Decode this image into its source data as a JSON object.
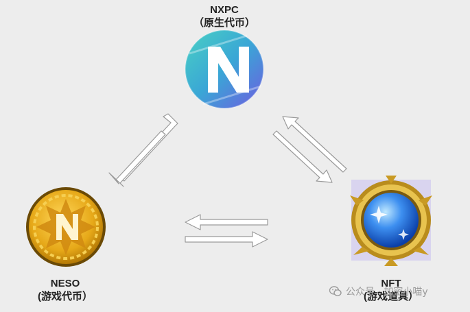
{
  "nodes": {
    "nxpc": {
      "name": "NXPC",
      "desc": "（原生代币）",
      "color": "#3fb7c9"
    },
    "neso": {
      "name": "NESO",
      "desc": "(游戏代币）",
      "color": "#e2a51c"
    },
    "nft": {
      "name": "NFT",
      "desc": "(游戏道具）",
      "color": "#2f7fe0"
    }
  },
  "edges": [
    {
      "from": "nxpc",
      "to": "neso",
      "style": "double-arrow"
    },
    {
      "from": "nxpc",
      "to": "nft",
      "style": "double-arrow"
    },
    {
      "from": "neso",
      "to": "nft",
      "style": "double-arrow"
    }
  ],
  "watermark": {
    "icon": "wechat-icon",
    "text": "公众号 · 加密小喵y"
  }
}
